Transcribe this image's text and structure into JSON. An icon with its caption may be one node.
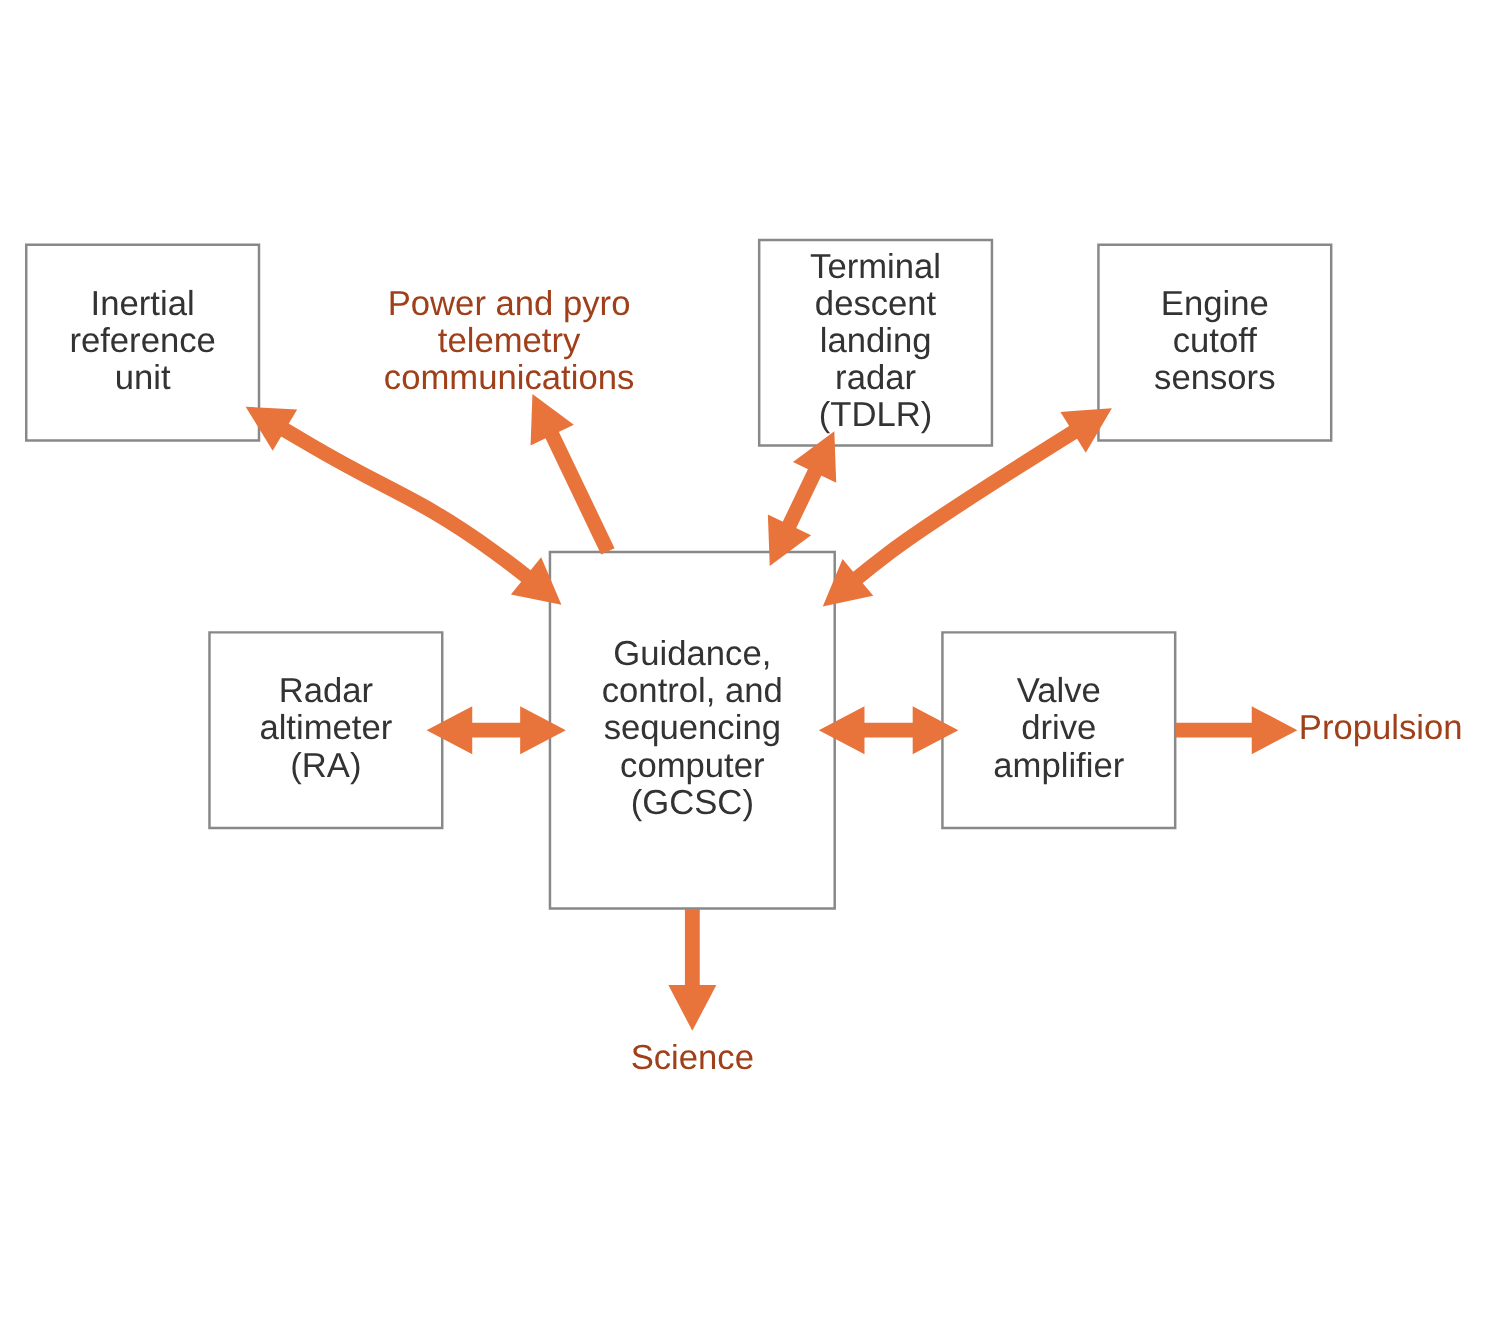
{
  "diagram": {
    "nodes": [
      {
        "text": [
          "Inertial reference unit"
        ]
      },
      {
        "text": [
          "Radar altimeter (RA)"
        ]
      },
      {
        "text": [
          "Guidance, control, and sequencing computer (GCSC)"
        ]
      },
      {
        "text": [
          "Valve drive amplifier"
        ]
      },
      {
        "text": [
          "Terminal descent landing radar (TDLR)"
        ]
      },
      {
        "text": [
          "Engine cutoff sensors"
        ]
      },
      {
        "text": [
          "Power and pyro telemetry communications"
        ]
      },
      {
        "text": [
          "Propulsion"
        ]
      },
      {
        "text": [
          "Science"
        ]
      }
    ],
    "edges": [
      {
        "from": 0,
        "to": 2,
        "arrow": "both"
      },
      {
        "from": 1,
        "to": 2,
        "arrow": "both"
      },
      {
        "from": 2,
        "to": 6,
        "arrow": "to"
      },
      {
        "from": 2,
        "to": 3,
        "arrow": "both"
      },
      {
        "from": 3,
        "to": 7,
        "arrow": "to"
      },
      {
        "from": 2,
        "to": 8,
        "arrow": "to"
      },
      {
        "from": 4,
        "to": 2,
        "arrow": "both"
      },
      {
        "from": 5,
        "to": 2,
        "arrow": "both"
      }
    ]
  }
}
